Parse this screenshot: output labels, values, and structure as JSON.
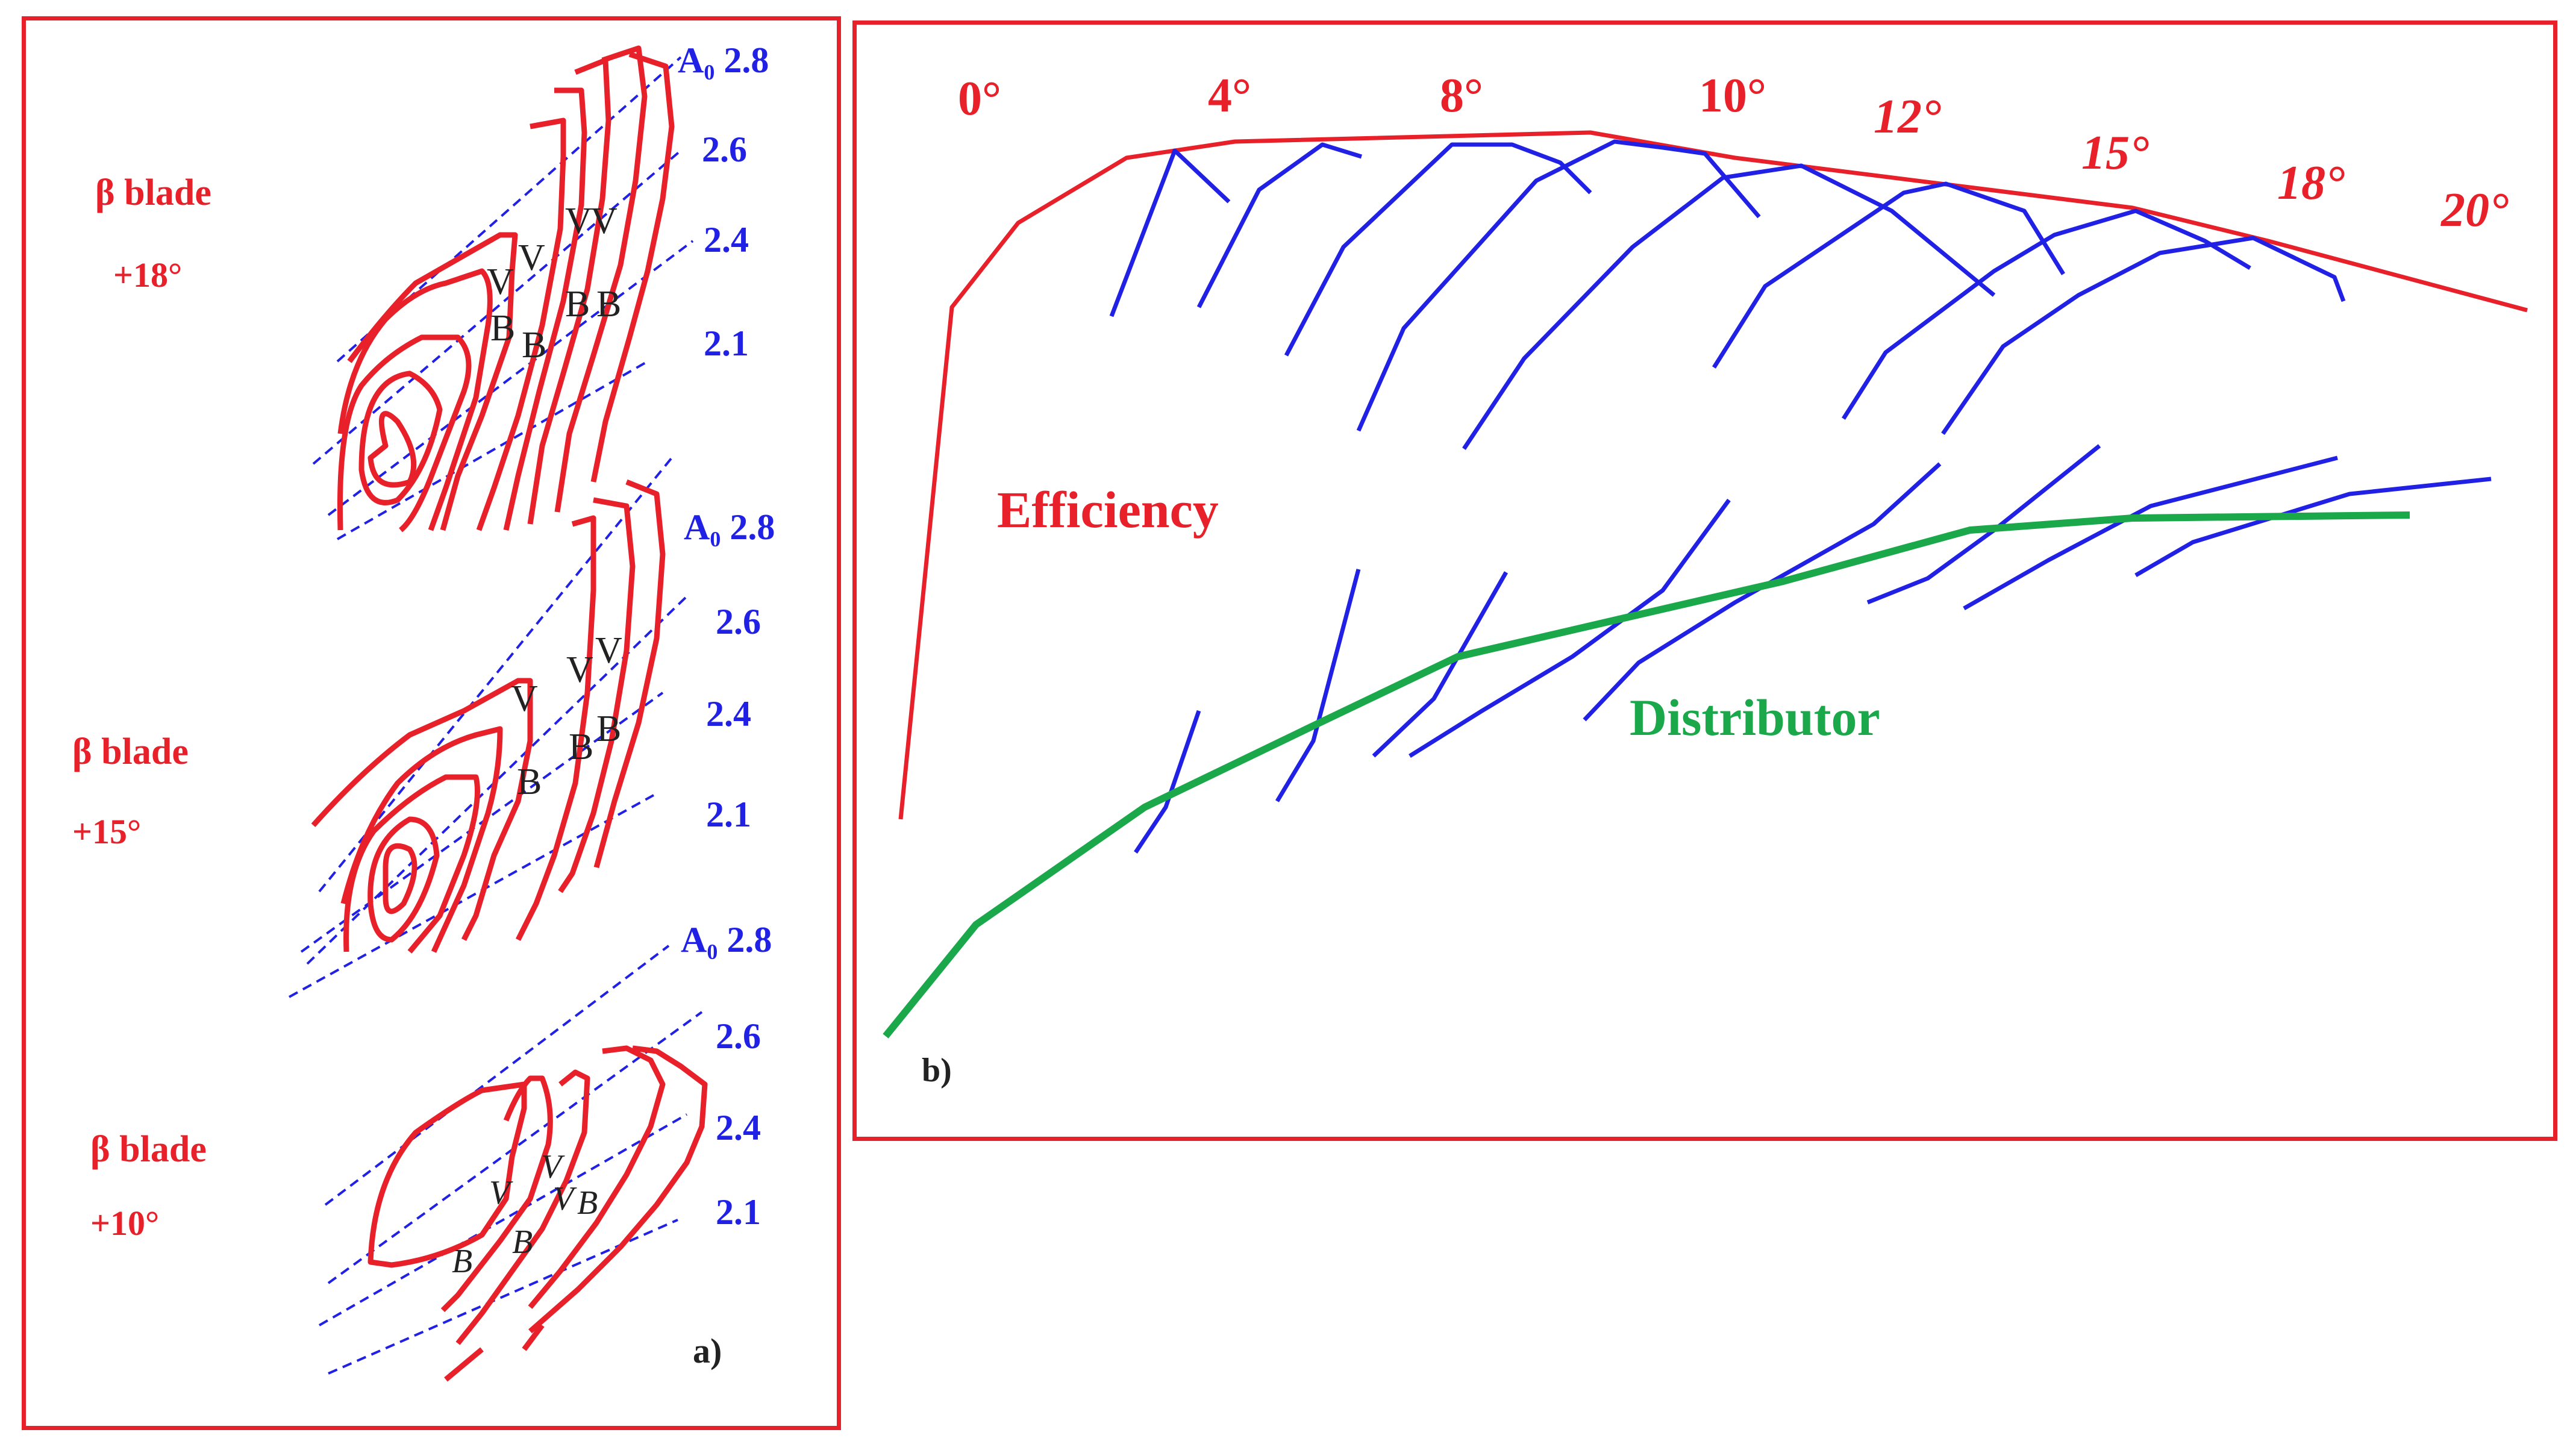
{
  "panel_a": {
    "tag": "a)",
    "groups": [
      {
        "title": "β blade",
        "angle": "+18°",
        "levels": [
          "A₀ 2.8",
          "2.6",
          "2.4",
          "2.1"
        ]
      },
      {
        "title": "β blade",
        "angle": "+15°",
        "levels": [
          "A₀ 2.8",
          "2.6",
          "2.4",
          "2.1"
        ]
      },
      {
        "title": "β blade",
        "angle": "+10°",
        "levels": [
          "A₀ 2.8",
          "2.6",
          "2.4",
          "2.1"
        ]
      }
    ],
    "marker_v": "V",
    "marker_b": "B"
  },
  "panel_b": {
    "tag": "b)",
    "efficiency_label": "Efficiency",
    "distributor_label": "Distributor",
    "angle_labels": [
      "0°",
      "4°",
      "8°",
      "10°",
      "12°",
      "15°",
      "18°",
      "20°"
    ]
  },
  "colors": {
    "frame": "#e8202a",
    "efficiency": "#e8202a",
    "contour": "#e8202a",
    "isoline": "#2121e6",
    "distributor": "#1aa84a"
  }
}
